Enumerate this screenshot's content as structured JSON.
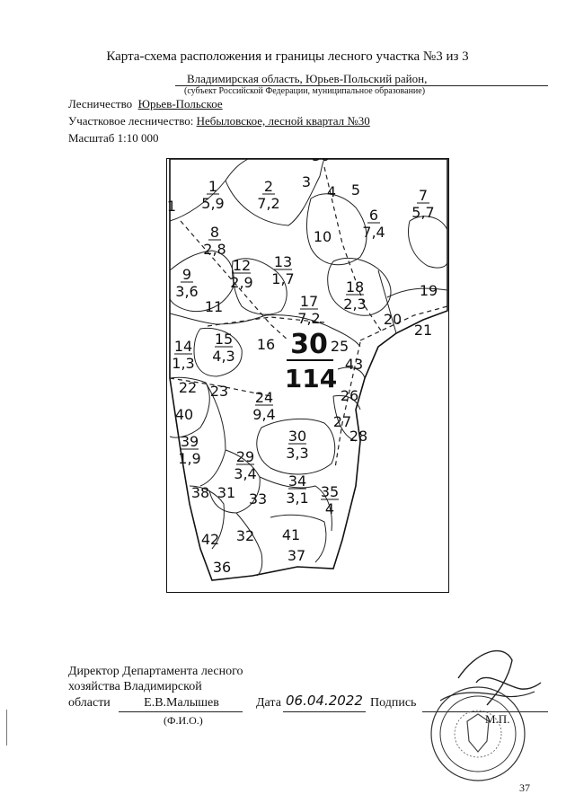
{
  "title": "Карта-схема расположения и границы лесного участка  №3 из 3",
  "subject": "Владимирская область, Юрьев-Польский район,",
  "subject_caption": "(субъект Российской Федерации, муниципальное образование)",
  "forestry_label": "Лесничество",
  "forestry_value": "Юрьев-Польское",
  "district_label": "Участковое лесничество:",
  "district_value": "Небыловское, лесной квартал №30",
  "scale": "Масштаб 1:10 000",
  "map": {
    "quarter_number": "30",
    "quarter_area": "114",
    "plots": [
      {
        "n": "1",
        "a": "5,9"
      },
      {
        "n": "2",
        "a": "7,2"
      },
      {
        "n": "3",
        "a": ""
      },
      {
        "n": "4",
        "a": ""
      },
      {
        "n": "5",
        "a": ""
      },
      {
        "n": "6",
        "a": "7,4"
      },
      {
        "n": "7",
        "a": "5,7"
      },
      {
        "n": "8",
        "a": "2,8"
      },
      {
        "n": "9",
        "a": "3,6"
      },
      {
        "n": "10",
        "a": ""
      },
      {
        "n": "11",
        "a": ""
      },
      {
        "n": "12",
        "a": "2,9"
      },
      {
        "n": "13",
        "a": "1,7"
      },
      {
        "n": "14",
        "a": "1,3"
      },
      {
        "n": "15",
        "a": "4,3"
      },
      {
        "n": "16",
        "a": ""
      },
      {
        "n": "17",
        "a": "7,2"
      },
      {
        "n": "18",
        "a": "2,3"
      },
      {
        "n": "19",
        "a": ""
      },
      {
        "n": "20",
        "a": ""
      },
      {
        "n": "21",
        "a": ""
      },
      {
        "n": "22",
        "a": ""
      },
      {
        "n": "23",
        "a": ""
      },
      {
        "n": "24",
        "a": "9,4"
      },
      {
        "n": "25",
        "a": ""
      },
      {
        "n": "26",
        "a": ""
      },
      {
        "n": "27",
        "a": ""
      },
      {
        "n": "28",
        "a": ""
      },
      {
        "n": "29",
        "a": "3,4"
      },
      {
        "n": "30",
        "a": "3,3"
      },
      {
        "n": "31",
        "a": ""
      },
      {
        "n": "32",
        "a": ""
      },
      {
        "n": "33",
        "a": ""
      },
      {
        "n": "34",
        "a": "3,1"
      },
      {
        "n": "35",
        "a": "4"
      },
      {
        "n": "36",
        "a": ""
      },
      {
        "n": "37",
        "a": ""
      },
      {
        "n": "38",
        "a": ""
      },
      {
        "n": "39",
        "a": "1,9"
      },
      {
        "n": "40",
        "a": ""
      },
      {
        "n": "41",
        "a": ""
      },
      {
        "n": "42",
        "a": ""
      },
      {
        "n": "43",
        "a": ""
      },
      {
        "n": "1",
        "a": ""
      },
      {
        "n": "30",
        "a": ""
      }
    ]
  },
  "signature": {
    "line1": "Директор Департамента лесного",
    "line2": "хозяйства Владимирской",
    "line3_prefix": "области",
    "name": "Е.В.Малышев",
    "date_label": "Дата",
    "date_value": "06.04.2022",
    "sign_label": "Подпись",
    "stamp_mark": "М.П.",
    "fio_caption": "(Ф.И.О.)"
  },
  "page_number": "37"
}
